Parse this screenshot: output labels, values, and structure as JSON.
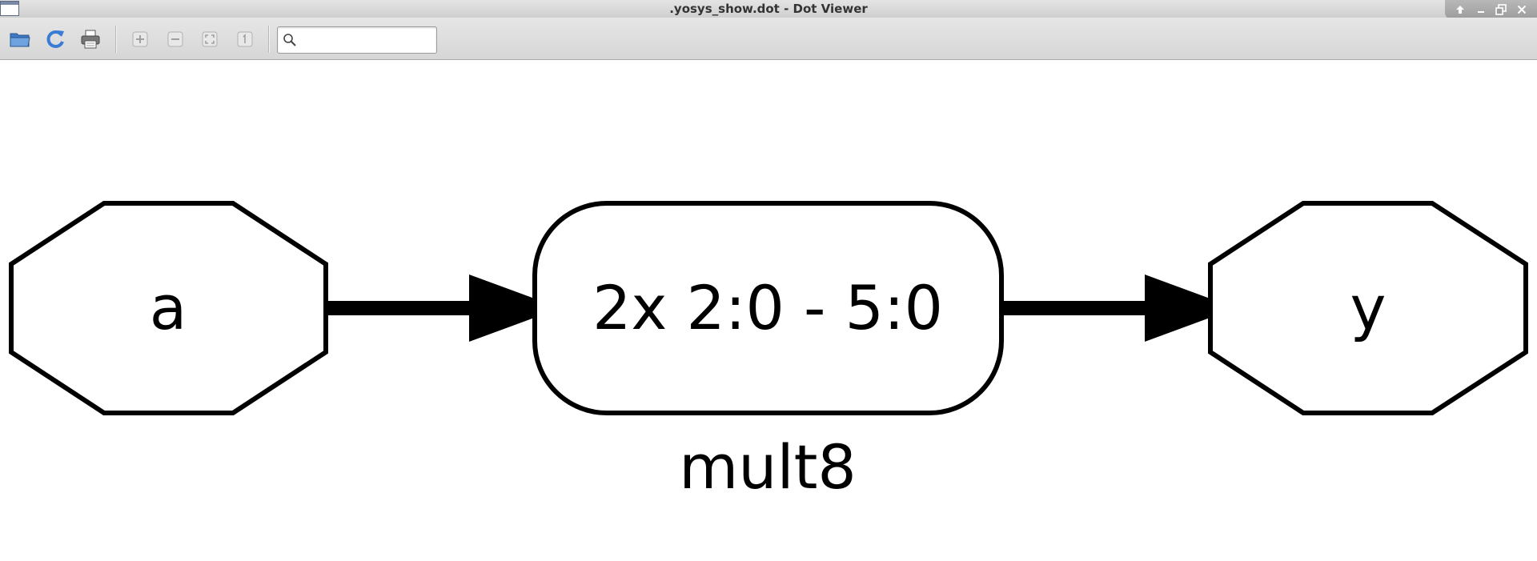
{
  "window": {
    "title": ".yosys_show.dot - Dot Viewer",
    "wm_buttons": {
      "shade": "🡡",
      "minimize": "–",
      "maximize": "🗗",
      "close": "✕"
    }
  },
  "toolbar": {
    "icons": {
      "open": "folder-open-icon",
      "reload": "reload-icon",
      "print": "print-icon",
      "zoom_in": "zoom-in-icon",
      "zoom_out": "zoom-out-icon",
      "zoom_fit": "zoom-fit-icon",
      "zoom_100": "zoom-100-icon"
    },
    "search": {
      "value": "",
      "placeholder": ""
    }
  },
  "graph": {
    "nodes": {
      "input": {
        "label": "a",
        "shape": "octagon"
      },
      "cell": {
        "label": "2x 2:0 - 5:0",
        "shape": "rounded-rect"
      },
      "output": {
        "label": "y",
        "shape": "octagon"
      }
    },
    "module_label": "mult8"
  },
  "colors": {
    "stroke": "#000000",
    "background": "#ffffff",
    "accent_blue": "#3a7bd5"
  }
}
